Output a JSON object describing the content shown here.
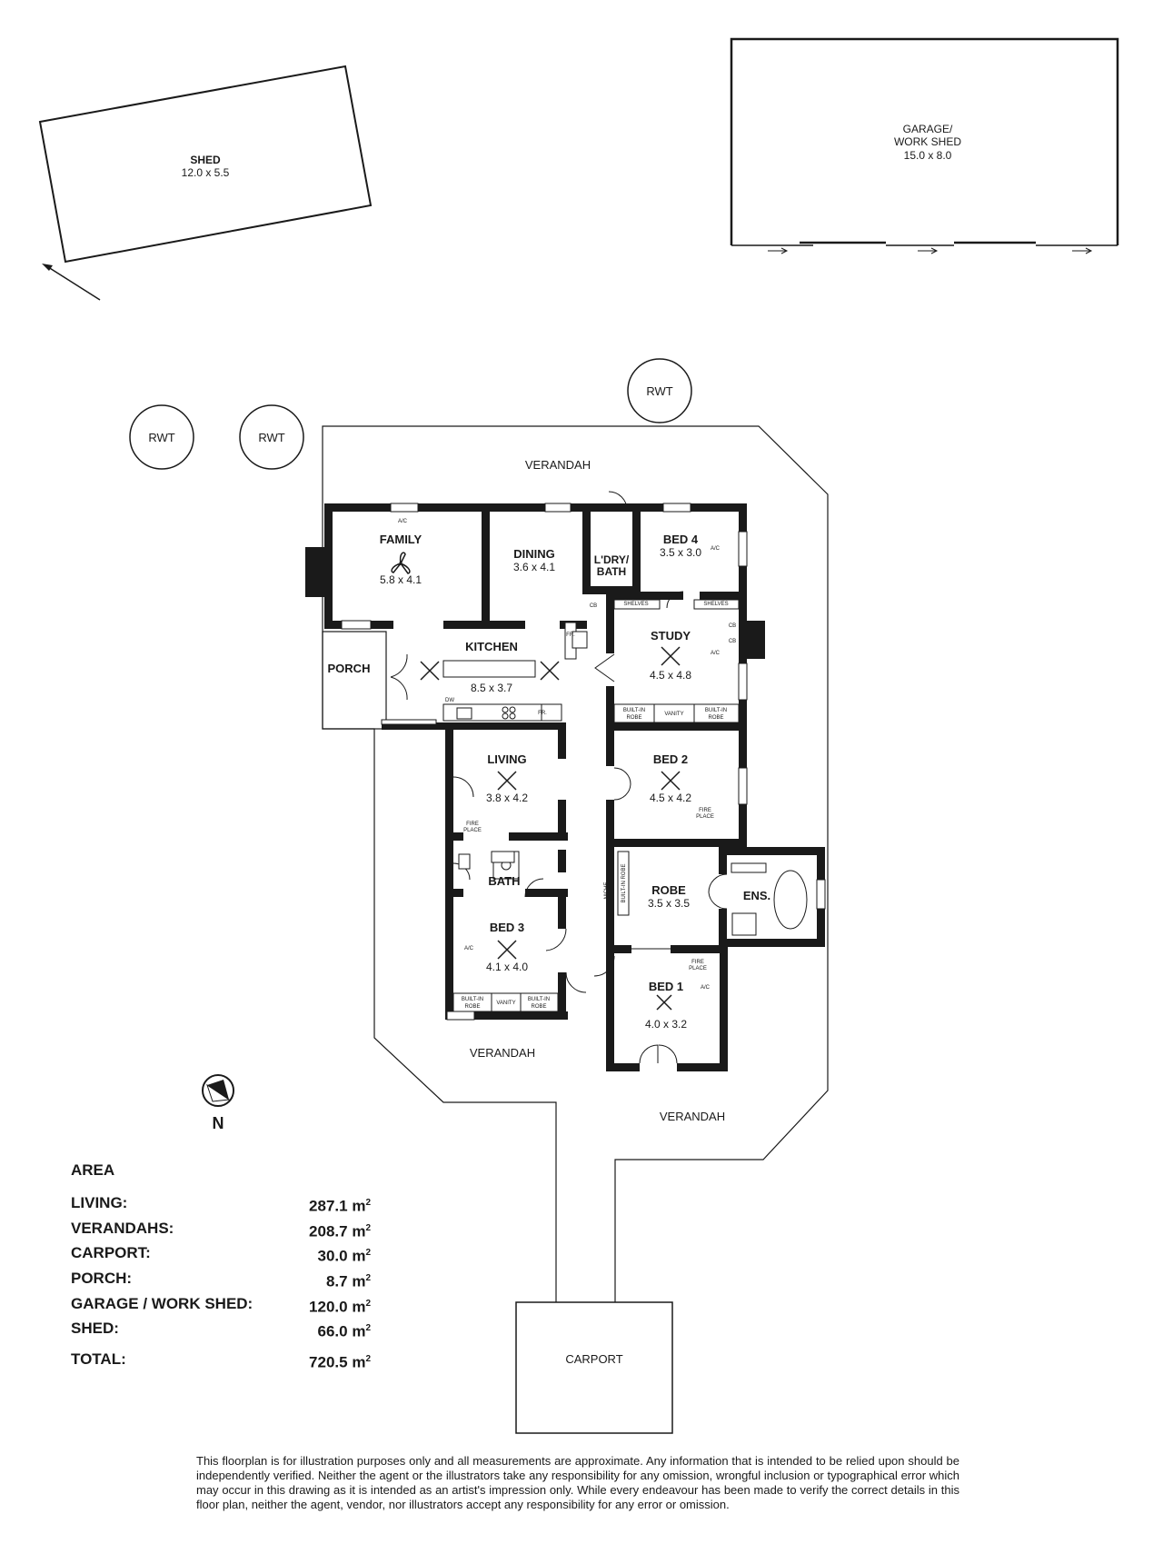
{
  "outbuildings": {
    "shed": {
      "name": "SHED",
      "size": "12.0 x 5.5"
    },
    "garage": {
      "name_line1": "GARAGE/",
      "name_line2": "WORK SHED",
      "size": "15.0 x 8.0"
    }
  },
  "tanks": [
    "RWT",
    "RWT",
    "RWT"
  ],
  "verandahs": [
    "VERANDAH",
    "VERANDAH",
    "VERANDAH"
  ],
  "rooms": {
    "family": {
      "name": "FAMILY",
      "size": "5.8 x 4.1"
    },
    "dining": {
      "name": "DINING",
      "size": "3.6 x 4.1"
    },
    "laundry": {
      "name_line1": "L'DRY/",
      "name_line2": "BATH"
    },
    "bed4": {
      "name": "BED 4",
      "size": "3.5 x 3.0"
    },
    "kitchen": {
      "name": "KITCHEN",
      "size": "8.5 x 3.7"
    },
    "porch": {
      "name": "PORCH"
    },
    "study": {
      "name": "STUDY",
      "size": "4.5 x 4.8"
    },
    "living": {
      "name": "LIVING",
      "size": "3.8 x 4.2"
    },
    "bed2": {
      "name": "BED 2",
      "size": "4.5 x 4.2"
    },
    "bath": {
      "name": "BATH"
    },
    "robe": {
      "name": "ROBE",
      "size": "3.5 x 3.5"
    },
    "ens": {
      "name": "ENS."
    },
    "bed3": {
      "name": "BED 3",
      "size": "4.1 x 4.0"
    },
    "bed1": {
      "name": "BED 1",
      "size": "4.0 x 3.2"
    },
    "carport": {
      "name": "CARPORT"
    }
  },
  "fixtures": {
    "ac": "A/C",
    "cb": "CB",
    "fr": "FR.",
    "dw": "DW",
    "shelves": "SHELVES",
    "built_in": "BUILT-IN",
    "robe": "ROBE",
    "vanity": "VANITY",
    "fire": "FIRE",
    "place": "PLACE",
    "built_in_robe": "BUILT-IN ROBE",
    "niche": "NICHE"
  },
  "compass": {
    "label": "N"
  },
  "area": {
    "heading": "AREA",
    "unit": "m",
    "unit_power": "2",
    "rows": [
      {
        "label": "LIVING:",
        "value": "287.1"
      },
      {
        "label": "VERANDAHS:",
        "value": "208.7"
      },
      {
        "label": "CARPORT:",
        "value": "30.0"
      },
      {
        "label": "PORCH:",
        "value": "8.7"
      },
      {
        "label": "GARAGE / WORK SHED:",
        "value": "120.0"
      },
      {
        "label": "SHED:",
        "value": "66.0"
      }
    ],
    "total": {
      "label": "TOTAL:",
      "value": "720.5"
    }
  },
  "disclaimer": "This floorplan is for illustration purposes only and all measurements are approximate. Any information that is intended to be relied upon should be independently verified. Neither the agent or the illustrators take any responsibility for any omission, wrongful inclusion or typographical error which may occur in this drawing as it is intended as an artist's impression only. While every endeavour has been made to verify the correct details in this floor plan, neither the agent, vendor, nor illustrators accept any responsibility for any error or omission."
}
